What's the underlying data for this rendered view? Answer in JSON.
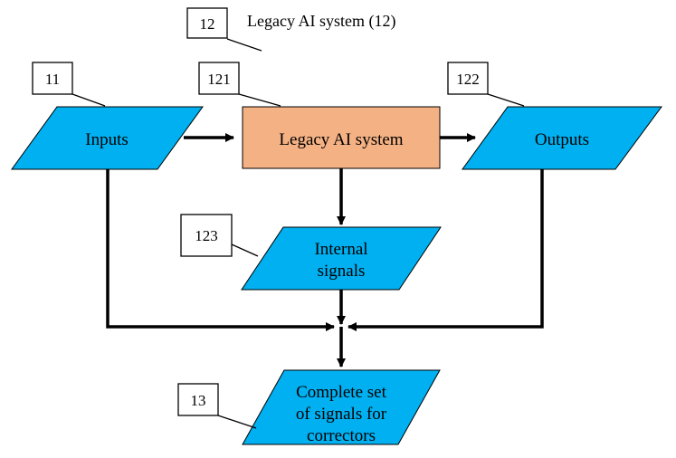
{
  "title": "Legacy AI system (12)",
  "nodes": {
    "inputs": {
      "label": "Inputs",
      "ref": "11"
    },
    "legacy": {
      "label": "Legacy AI system",
      "ref": "121"
    },
    "outputs": {
      "label": "Outputs",
      "ref": "122"
    },
    "internal": {
      "lines": [
        "Internal",
        "signals"
      ],
      "ref": "123"
    },
    "complete": {
      "lines": [
        "Complete set",
        "of signals for",
        "correctors"
      ],
      "ref": "13"
    }
  },
  "group_ref": "12",
  "colors": {
    "parallelogram_fill": "#00b0f0",
    "box_fill": "#f4b183",
    "stroke": "#000000"
  }
}
